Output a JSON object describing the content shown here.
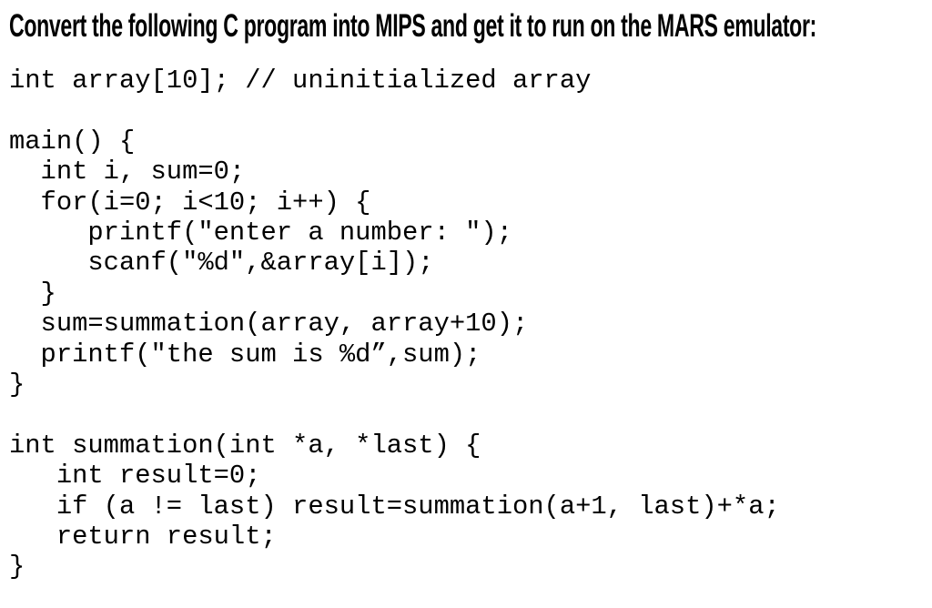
{
  "page": {
    "background_color": "#ffffff",
    "text_color": "#000000"
  },
  "heading": {
    "text": "Convert the following C program into MIPS and get it to run on the MARS emulator:"
  },
  "code": {
    "declaration": "int array[10]; // uninitialized array",
    "main_function": "main() {\n  int i, sum=0;\n  for(i=0; i<10; i++) {\n     printf(\"enter a number: \");\n     scanf(\"%d\",&array[i]);\n  }\n  sum=summation(array, array+10);\n  printf(\"the sum is %d”,sum);\n}",
    "summation_function": "int summation(int *a, *last) {\n   int result=0;\n   if (a != last) result=summation(a+1, last)+*a;\n   return result;\n}"
  }
}
